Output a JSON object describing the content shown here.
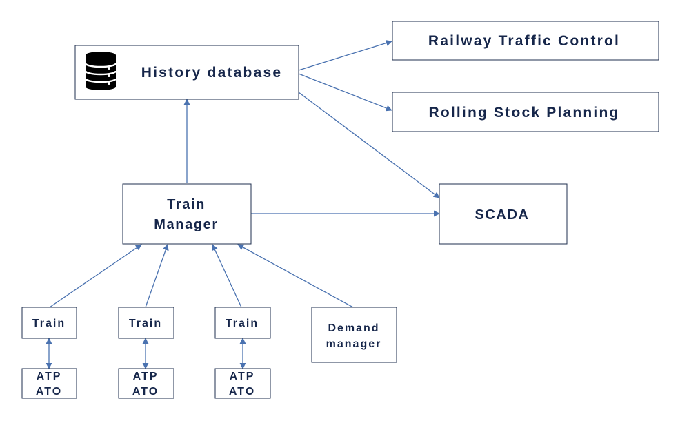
{
  "nodes": {
    "history": {
      "label": "History database",
      "icon": "database-icon"
    },
    "rtc": {
      "label": "Railway Traffic Control"
    },
    "rsp": {
      "label": "Rolling Stock Planning"
    },
    "scada": {
      "label": "SCADA"
    },
    "train_manager": {
      "line1": "Train",
      "line2": "Manager"
    },
    "train1": {
      "label": "Train"
    },
    "train2": {
      "label": "Train"
    },
    "train3": {
      "label": "Train"
    },
    "demand": {
      "line1": "Demand",
      "line2": "manager"
    },
    "atp1": {
      "line1": "ATP",
      "line2": "ATO"
    },
    "atp2": {
      "line1": "ATP",
      "line2": "ATO"
    },
    "atp3": {
      "line1": "ATP",
      "line2": "ATO"
    }
  },
  "colors": {
    "box_border": "#1f2f4f",
    "text": "#16264a",
    "edge": "#4a72b0"
  }
}
